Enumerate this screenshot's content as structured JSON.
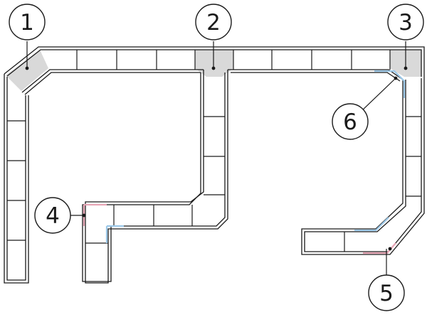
{
  "colors": {
    "outline": "#1a1a1a",
    "corner_fill": "#d9d9d9",
    "highlight_pink": "#e8a6b6",
    "highlight_blue": "#9cc8e8"
  },
  "callouts": [
    {
      "id": "callout-1",
      "label": "1"
    },
    {
      "id": "callout-2",
      "label": "2"
    },
    {
      "id": "callout-3",
      "label": "3"
    },
    {
      "id": "callout-4",
      "label": "4"
    },
    {
      "id": "callout-5",
      "label": "5"
    },
    {
      "id": "callout-6",
      "label": "6"
    }
  ]
}
